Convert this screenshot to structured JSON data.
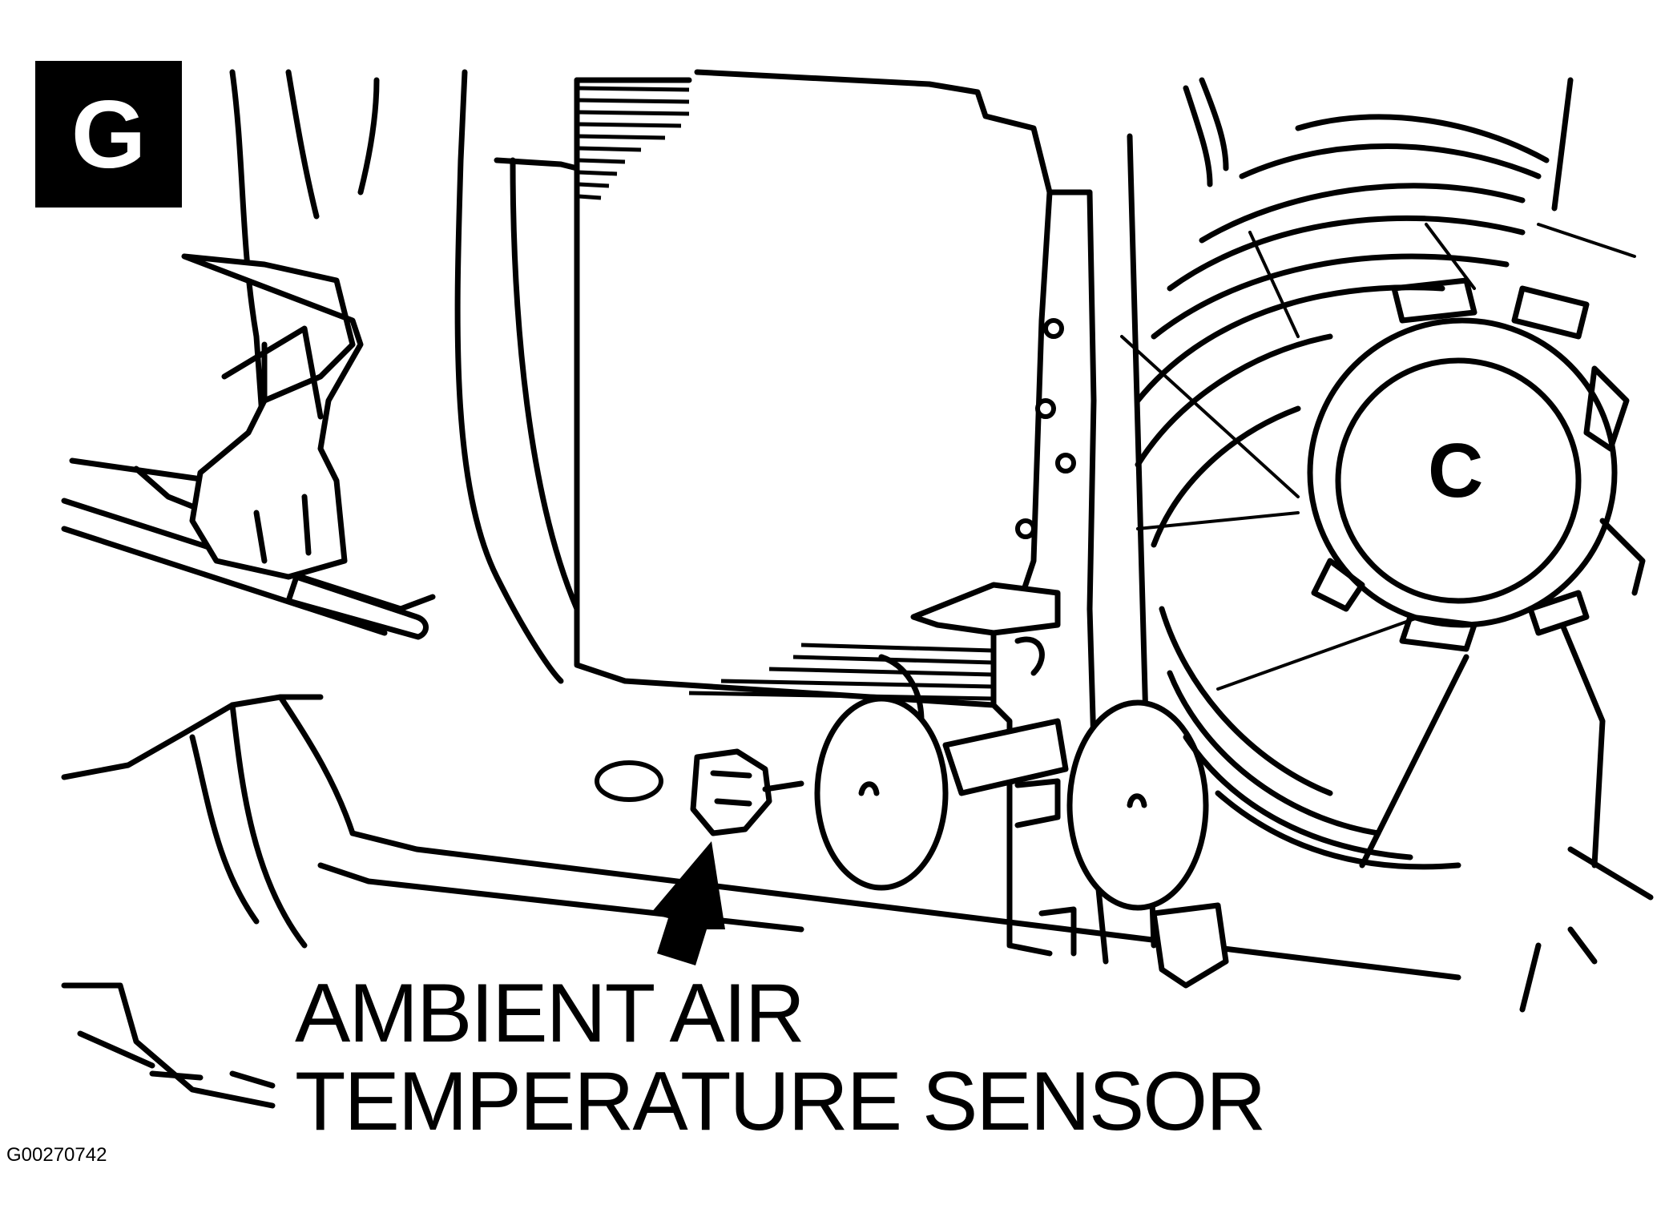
{
  "figure": {
    "badge_letter": "G",
    "callout_line1": "AMBIENT AIR",
    "callout_line2": "TEMPERATURE SENSOR",
    "figure_code": "G00270742",
    "pointer_icon": "arrow-up-icon",
    "fan_hub_mark": "C",
    "colors": {
      "ink": "#000000",
      "paper": "#ffffff"
    }
  }
}
